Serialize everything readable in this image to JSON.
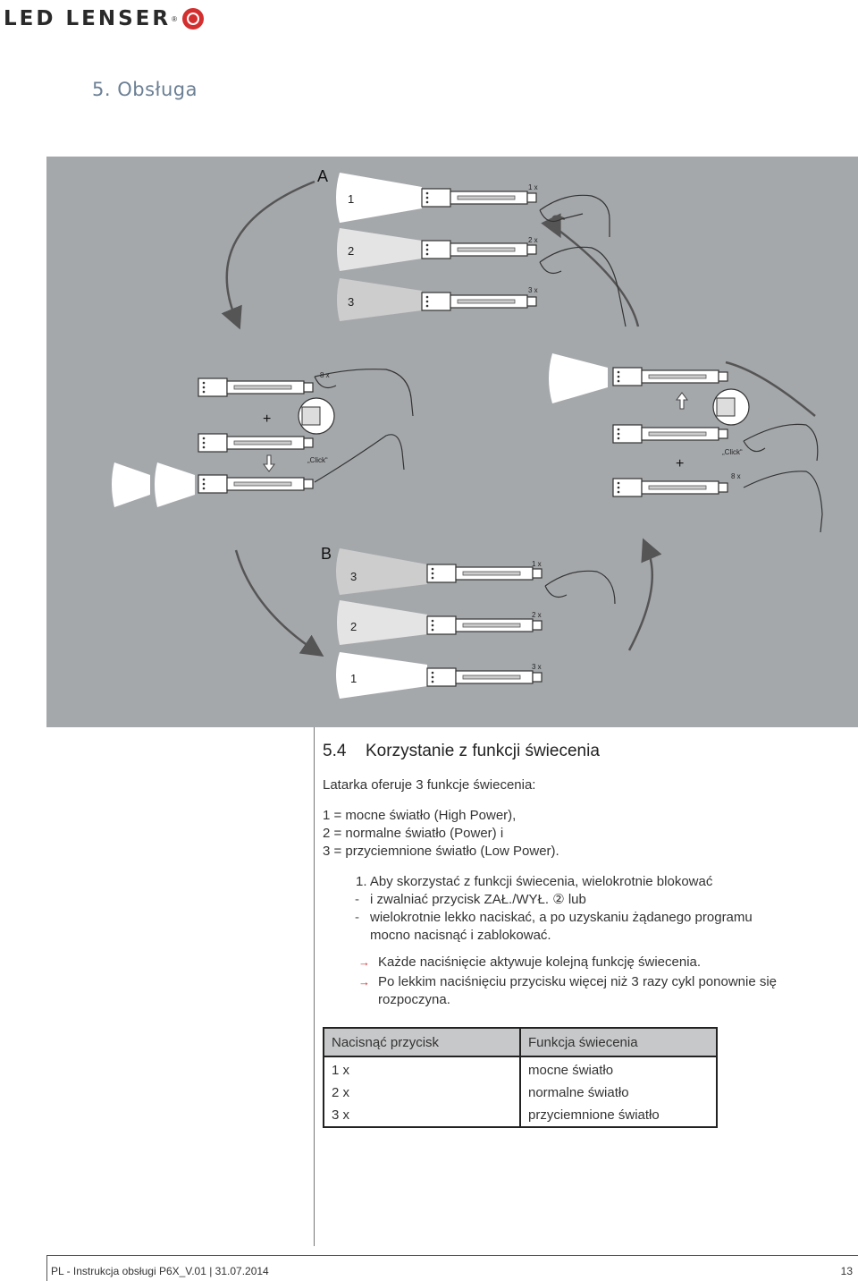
{
  "header": {
    "logo_text": "LED LENSER",
    "logo_reg": "®",
    "section_title": "5. Obsługa"
  },
  "figure": {
    "label_a": "A",
    "label_b": "B",
    "a_modes": [
      "1",
      "2",
      "3"
    ],
    "a_presses": [
      "1 x",
      "2 x",
      "3 x"
    ],
    "b_modes": [
      "3",
      "2",
      "1"
    ],
    "b_presses": [
      "1 x",
      "2 x",
      "3 x"
    ],
    "left_press": "8 x",
    "right_press": "8 x",
    "click_left": "„Click“",
    "click_right": "„Click“",
    "plus_left": "+",
    "plus_right": "+"
  },
  "section": {
    "number": "5.4",
    "title": "Korzystanie z funkcji świecenia",
    "intro": "Latarka oferuje 3 funkcje świecenia:",
    "modes": [
      "1 = mocne światło (High Power),",
      "2 = normalne światło (Power) i",
      "3 = przyciemnione światło (Low Power)."
    ],
    "step1_line1": "1. Aby skorzystać z funkcji świecenia, wielokrotnie blokować",
    "step1_line2": "i zwalniać przycisk ZAŁ./WYŁ. ② lub",
    "step1_line3": "wielokrotnie lekko naciskać, a po uzyskaniu żądanego programu",
    "step1_line4": "mocno nacisnąć i zablokować.",
    "dash": "-",
    "bullet_arrow": "→",
    "bullets": [
      "Każde naciśnięcie aktywuje kolejną funkcję świecenia.",
      "Po lekkim naciśnięciu przycisku więcej niż 3 razy cykl ponownie się rozpoczyna."
    ]
  },
  "table": {
    "headers": [
      "Nacisnąć przycisk",
      "Funkcja świecenia"
    ],
    "rows": [
      [
        "1 x",
        "mocne światło"
      ],
      [
        "2 x",
        "normalne światło"
      ],
      [
        "3 x",
        "przyciemnione światło"
      ]
    ]
  },
  "footer": {
    "left": "PL - Instrukcja obsługi P6X_V.01 | 31.07.2014",
    "right": "13"
  }
}
